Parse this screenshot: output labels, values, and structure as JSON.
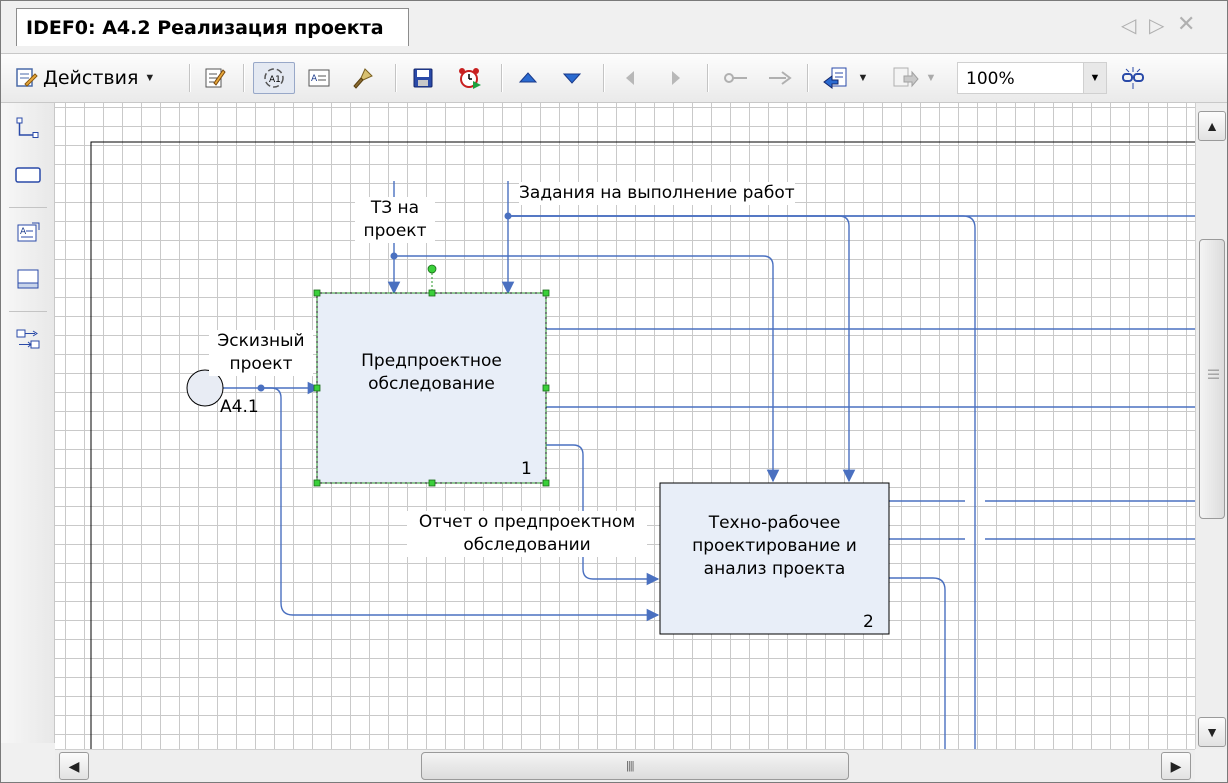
{
  "tab": {
    "title": "IDEF0: A4.2 Реализация проекта"
  },
  "toolbar": {
    "actions_label": "Действия",
    "zoom_value": "100%"
  },
  "diagram": {
    "activities": [
      {
        "title": "Предпроектное обследование",
        "line1": "Предпроектное",
        "line2": "обследование",
        "number": "1"
      },
      {
        "title": "Техно-рабочее проектирование и анализ проекта",
        "line1": "Техно-рабочее",
        "line2": "проектирование и",
        "line3": "анализ проекта",
        "number": "2"
      }
    ],
    "arrows": {
      "tz_line1": "ТЗ на",
      "tz_line2": "проект",
      "tasks": "Задания на выполнение работ",
      "sketch_line1": "Эскизный",
      "sketch_line2": "проект",
      "report_line1": "Отчет о предпроектном",
      "report_line2": "обследовании"
    },
    "tunnel_ref": "A4.1"
  }
}
